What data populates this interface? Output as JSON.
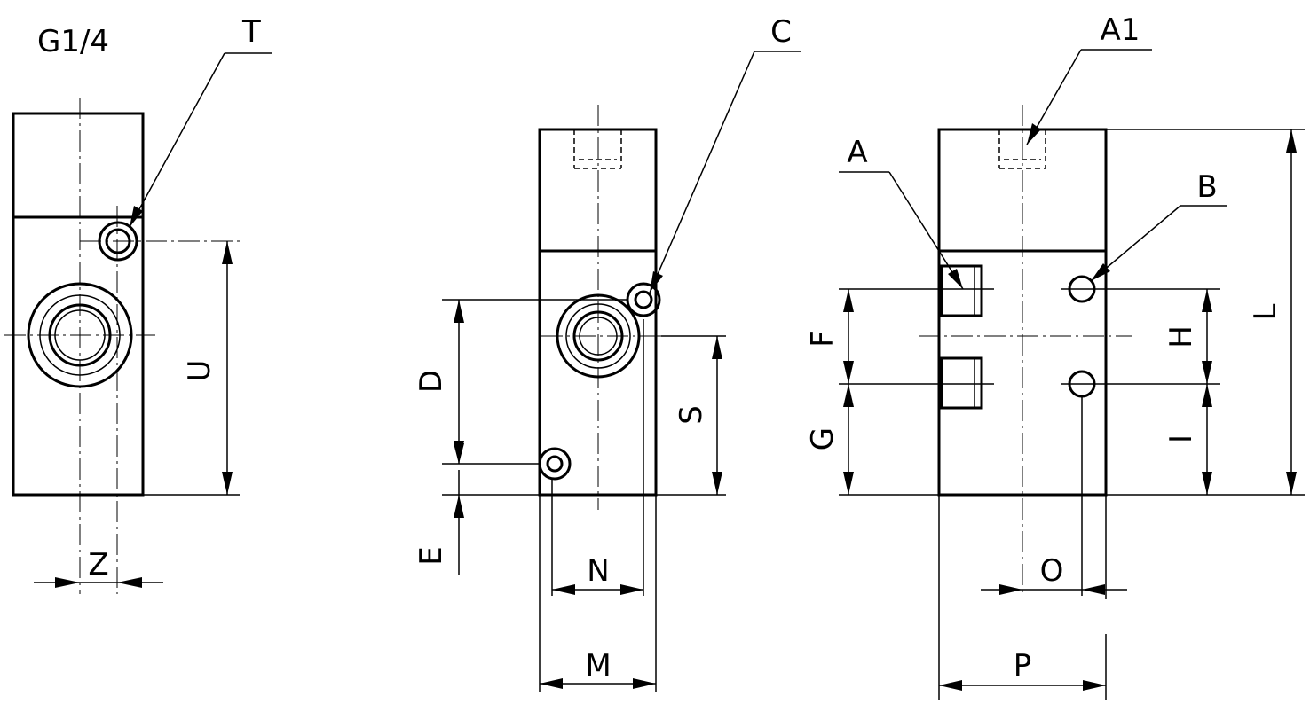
{
  "labels": {
    "thread": "G1/4",
    "T": "T",
    "U": "U",
    "Z": "Z",
    "C": "C",
    "D": "D",
    "E": "E",
    "S": "S",
    "N": "N",
    "M": "M",
    "A1": "A1",
    "A": "A",
    "B": "B",
    "F": "F",
    "G": "G",
    "H": "H",
    "I": "I",
    "L": "L",
    "O": "O",
    "P": "P"
  }
}
